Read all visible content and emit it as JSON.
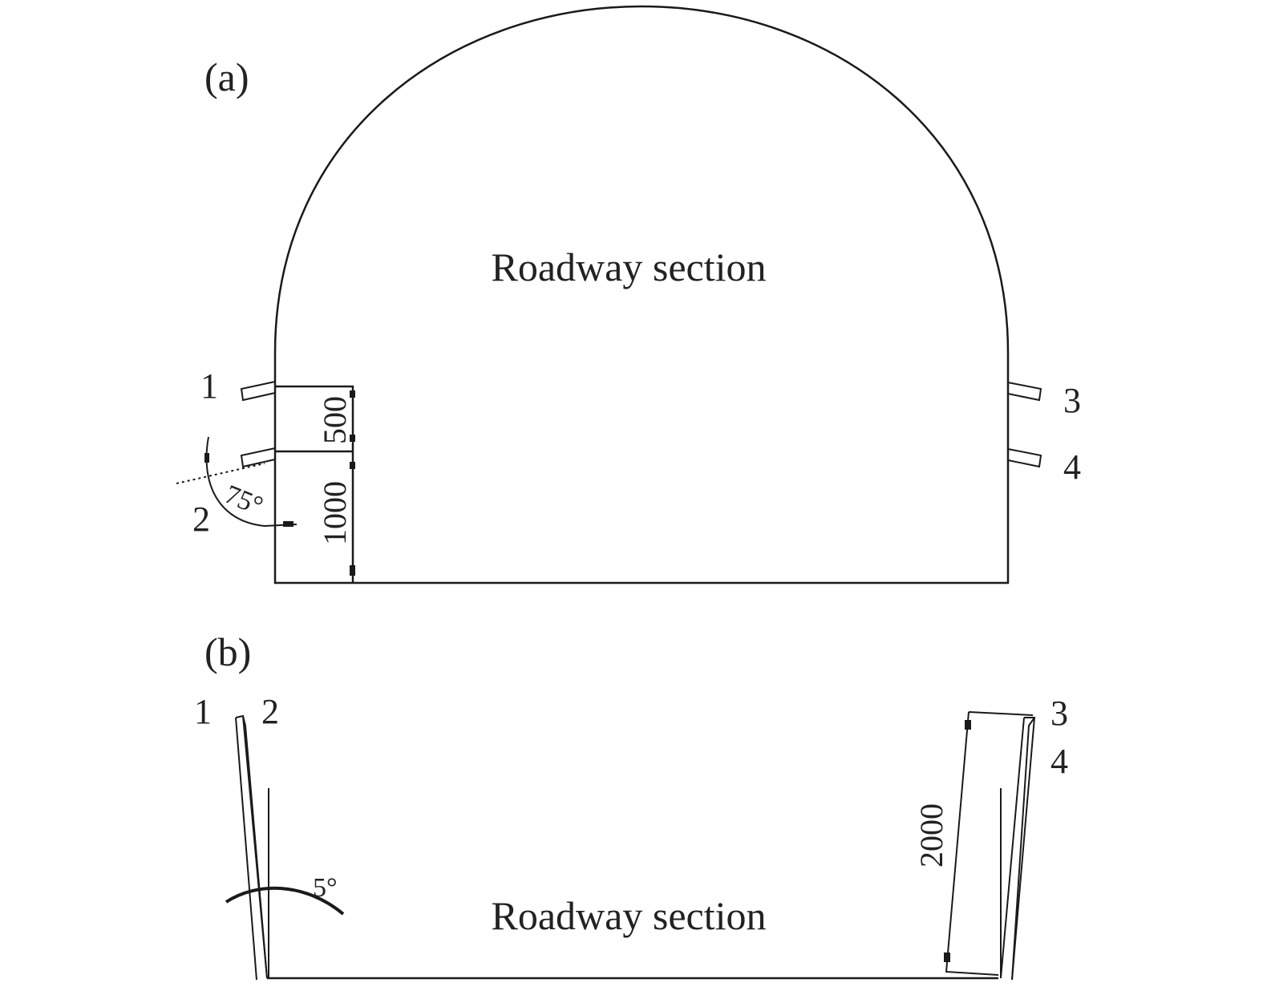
{
  "panel_a": {
    "label": "(a)",
    "section_label": "Roadway section",
    "anchor_labels": [
      "1",
      "2",
      "3",
      "4"
    ],
    "dimensions": {
      "upper": "500",
      "lower": "1000"
    },
    "angle": "75°"
  },
  "panel_b": {
    "label": "(b)",
    "section_label": "Roadway section",
    "anchor_labels": [
      "1",
      "2",
      "3",
      "4"
    ],
    "dimension": "2000",
    "angle": "5°"
  }
}
